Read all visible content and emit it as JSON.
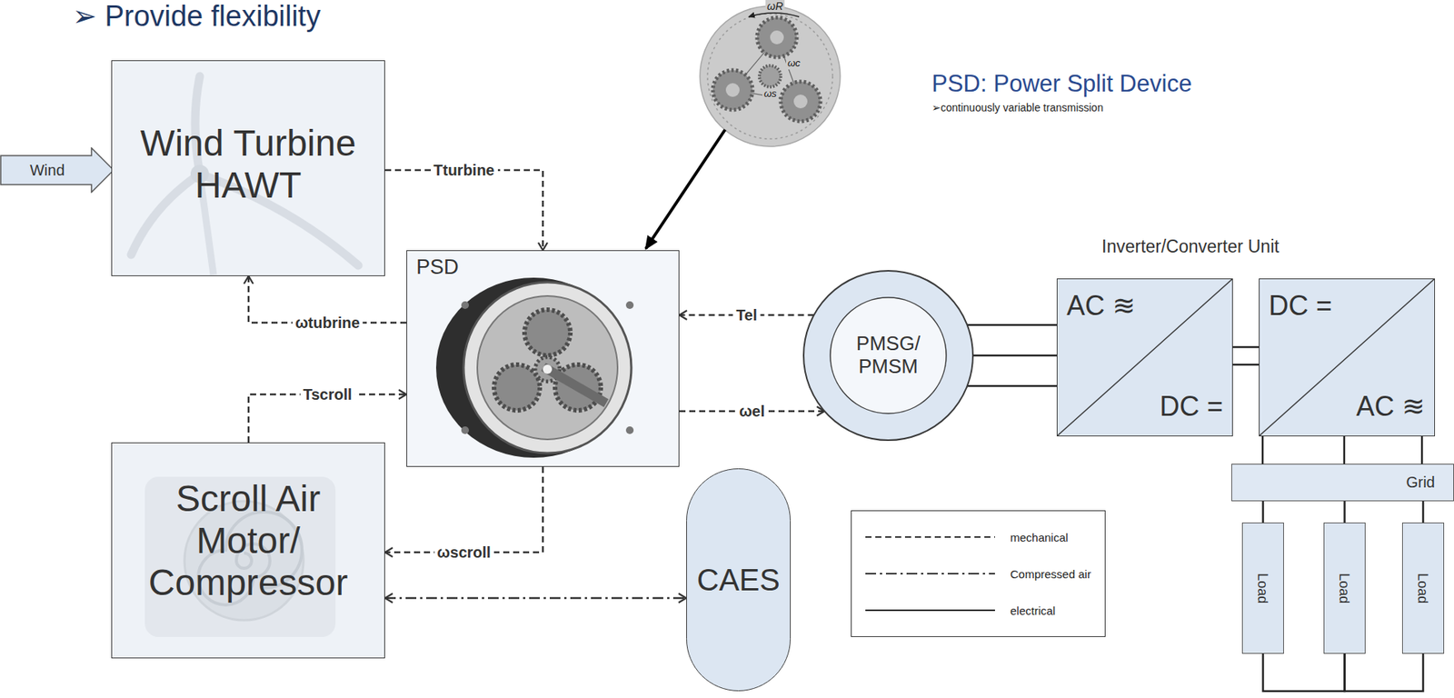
{
  "diagram": {
    "nodes": [
      {
        "text": [
          "Wind"
        ]
      },
      {
        "text": [
          "Wind Turbine HAWT"
        ]
      },
      {
        "text": [
          "PSD"
        ]
      },
      {
        "text": [
          "Scroll Air Motor/ Compressor"
        ]
      },
      {
        "text": [
          "PMSG/ PMSM"
        ]
      },
      {
        "text": [
          "AC ≋",
          "DC ="
        ]
      },
      {
        "text": [
          "DC =",
          "AC ≋"
        ]
      },
      {
        "text": [
          "Grid"
        ]
      },
      {
        "text": [
          "Load"
        ]
      },
      {
        "text": [
          "Load"
        ]
      },
      {
        "text": [
          "Load"
        ]
      },
      {
        "text": [
          "CAES"
        ]
      }
    ],
    "edges": [
      {
        "from": 1,
        "to": 2,
        "arrow": "to",
        "label": "Tturbine"
      },
      {
        "from": 2,
        "to": 1,
        "arrow": "to",
        "label": "ωtubrine"
      },
      {
        "from": 3,
        "to": 2,
        "arrow": "to",
        "label": "Tscroll"
      },
      {
        "from": 2,
        "to": 3,
        "arrow": "to",
        "label": "ωscroll"
      },
      {
        "from": 4,
        "to": 2,
        "arrow": "to",
        "label": "Tel"
      },
      {
        "from": 2,
        "to": 4,
        "arrow": "to",
        "label": "ωel"
      },
      {
        "from": 3,
        "to": 11,
        "arrow": "both"
      },
      {
        "from": 4,
        "to": 5,
        "arrow": "none"
      },
      {
        "from": 5,
        "to": 6,
        "arrow": "none"
      },
      {
        "from": 6,
        "to": 7,
        "arrow": "none"
      },
      {
        "from": 7,
        "to": 8,
        "arrow": "none"
      },
      {
        "from": 7,
        "to": 9,
        "arrow": "none"
      },
      {
        "from": 7,
        "to": 10,
        "arrow": "none"
      },
      {
        "from": 8,
        "to": 9,
        "arrow": "none"
      },
      {
        "from": 9,
        "to": 10,
        "arrow": "none"
      }
    ],
    "labels": [
      "➢ Provide flexibility",
      "ωR",
      "ωc",
      "ωs",
      "PSD: Power Split Device",
      "➢continuously variable transmission",
      "Inverter/Converter Unit"
    ],
    "legend": [
      {
        "text": "mechanical"
      },
      {
        "text": "Compressed air"
      },
      {
        "text": "electrical"
      }
    ]
  }
}
